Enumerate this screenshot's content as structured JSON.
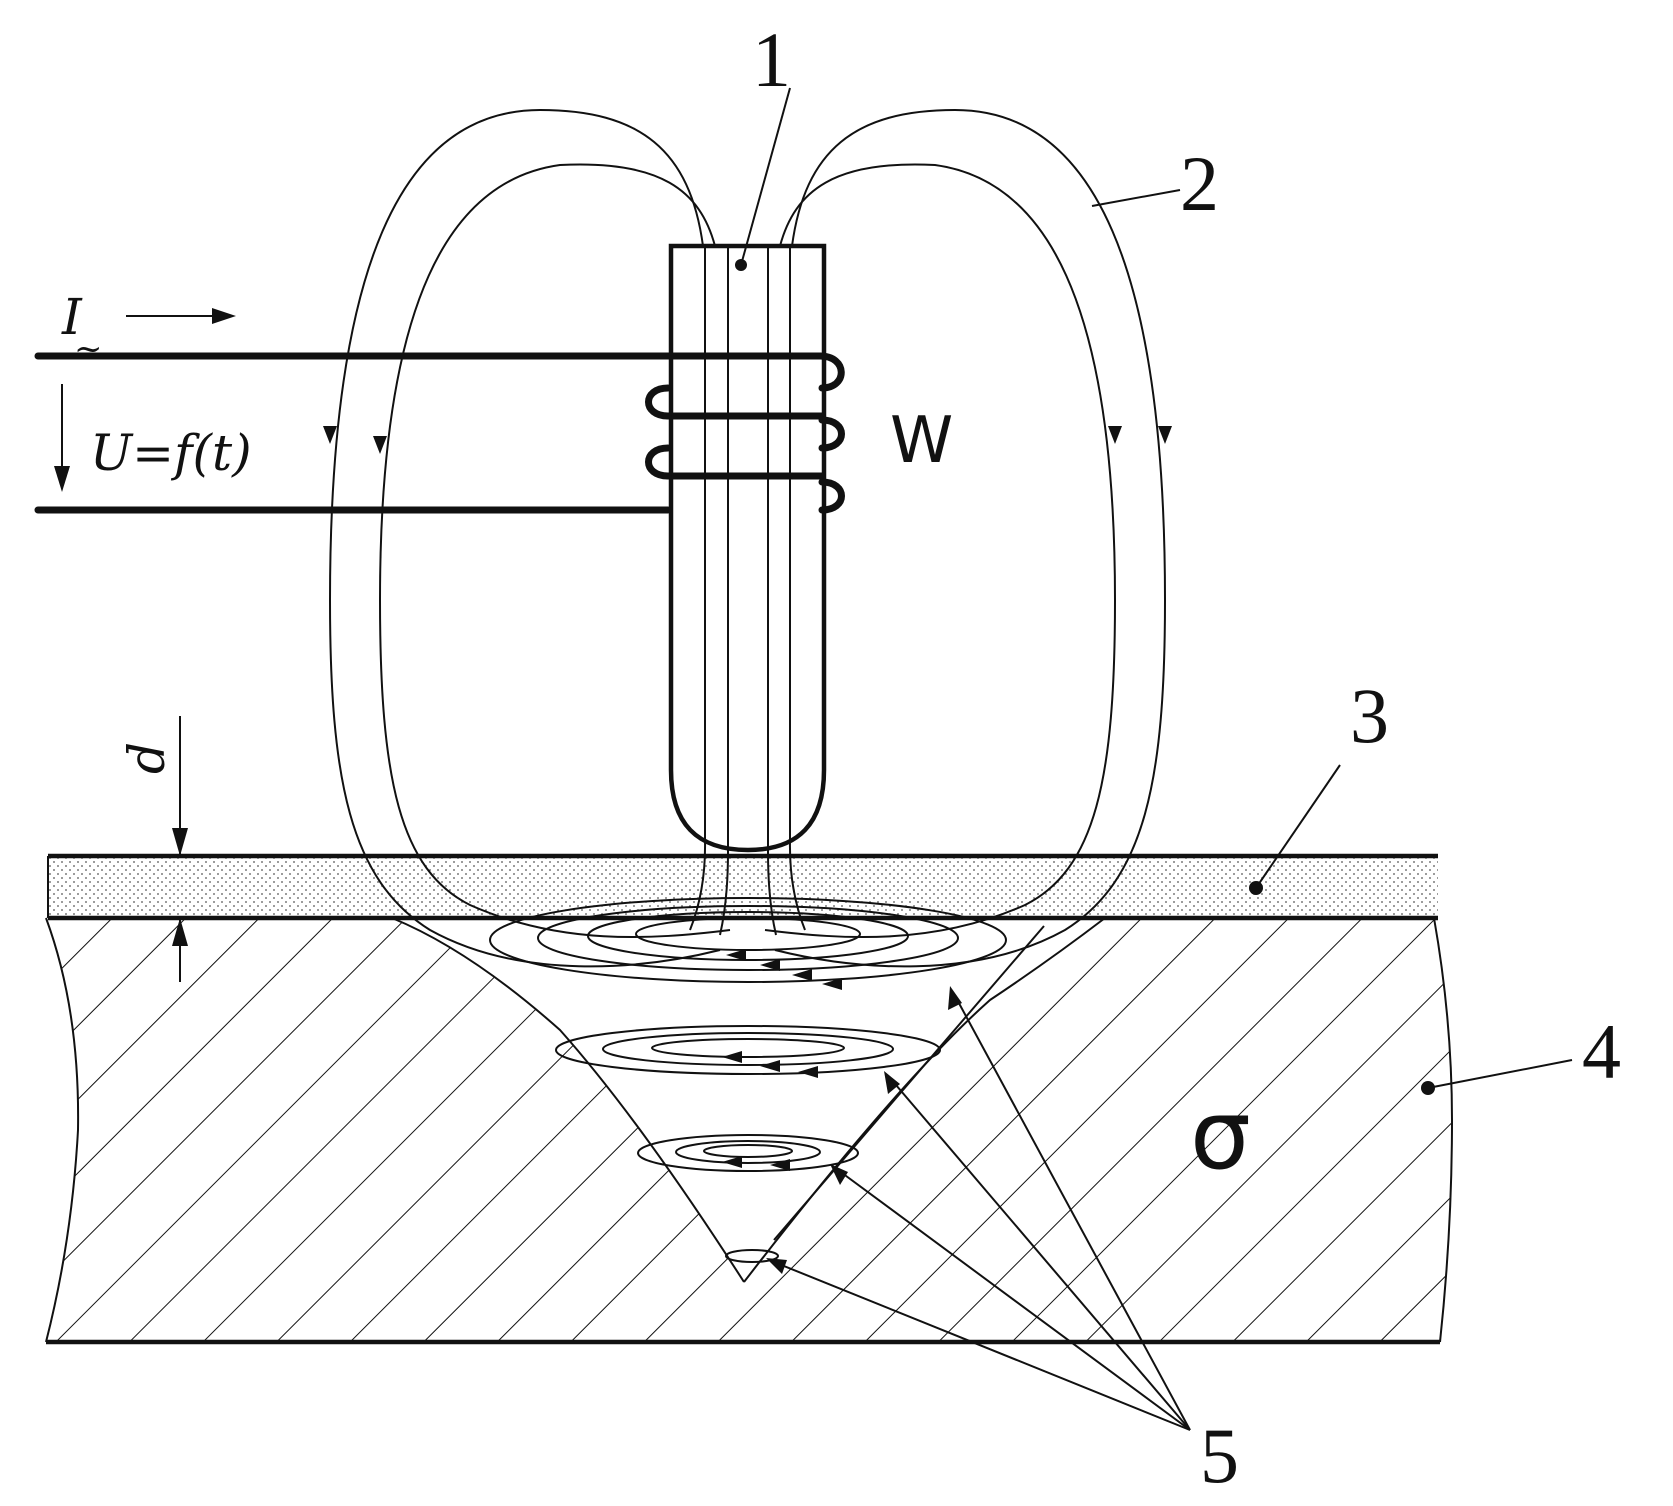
{
  "labels": {
    "core": "1",
    "flux_lines": "2",
    "coating_layer": "3",
    "conductive_base": "4",
    "eddy_currents": "5",
    "winding": "W",
    "current": "I",
    "current_tilde": "~",
    "voltage": "U=f(t)",
    "thickness": "d",
    "conductivity": "σ"
  },
  "colors": {
    "ink": "#111111",
    "background": "#ffffff"
  },
  "icons": {
    "current_direction": "arrow-right-icon",
    "voltage_direction": "arrow-down-icon"
  }
}
